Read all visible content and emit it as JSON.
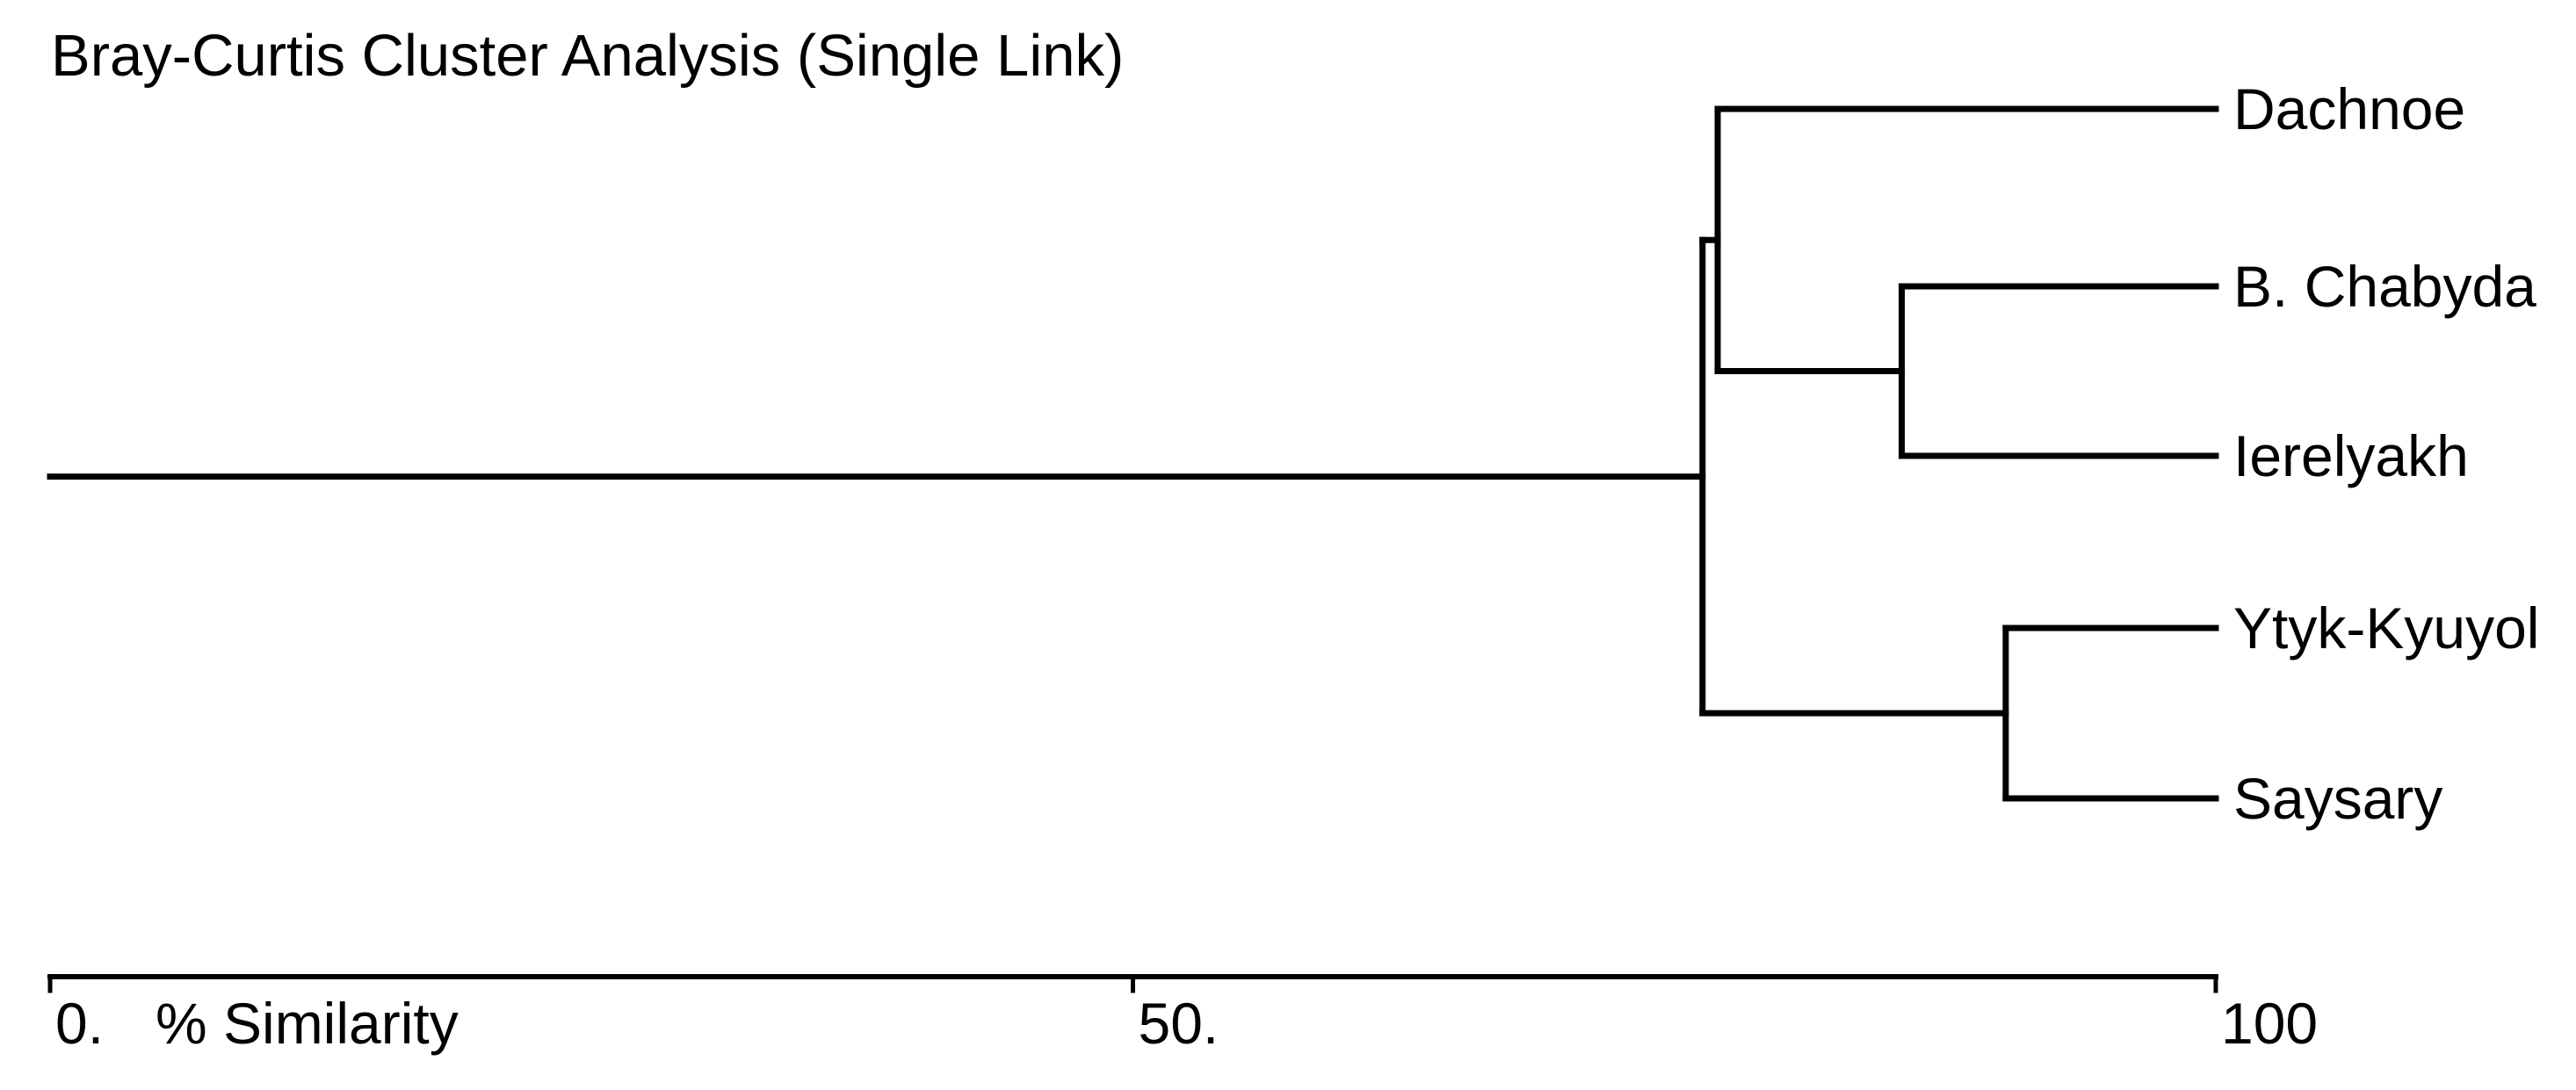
{
  "chart_data": {
    "type": "dendrogram",
    "title": "Bray-Curtis Cluster Analysis (Single Link)",
    "distance_metric": "Bray-Curtis",
    "linkage_method": "Single Link",
    "orientation": "horizontal, leaves on right",
    "colors": {
      "line": "#000000",
      "text": "#000000",
      "background": "#ffffff"
    },
    "axis": {
      "label": "% Similarity",
      "range": [
        0,
        100
      ],
      "ticks": [
        {
          "value": 0,
          "label": "0."
        },
        {
          "value": 50,
          "label": "50."
        },
        {
          "value": 100,
          "label": "100"
        }
      ]
    },
    "leaves": [
      "Dachnoe",
      "B. Chabyda",
      "Ierelyakh",
      "Ytyk-Kyuyol",
      "Saysary"
    ],
    "merges": [
      {
        "clusters": [
          "Ytyk-Kyuyol",
          "Saysary"
        ],
        "similarity": 90.3
      },
      {
        "clusters": [
          "B. Chabyda",
          "Ierelyakh"
        ],
        "similarity": 85.5
      },
      {
        "clusters": [
          "Dachnoe",
          "[B. Chabyda + Ierelyakh]"
        ],
        "similarity": 77.0
      },
      {
        "clusters": [
          "[Dachnoe + B. Chabyda + Ierelyakh]",
          "[Ytyk-Kyuyol + Saysary]"
        ],
        "similarity": 76.3
      }
    ],
    "tree": {
      "similarity": 76.3,
      "children": [
        {
          "similarity": 77.0,
          "children": [
            {
              "leaf": "Dachnoe"
            },
            {
              "similarity": 85.5,
              "children": [
                {
                  "leaf": "B. Chabyda"
                },
                {
                  "leaf": "Ierelyakh"
                }
              ]
            }
          ]
        },
        {
          "similarity": 90.3,
          "children": [
            {
              "leaf": "Ytyk-Kyuyol"
            },
            {
              "leaf": "Saysary"
            }
          ]
        }
      ]
    }
  }
}
